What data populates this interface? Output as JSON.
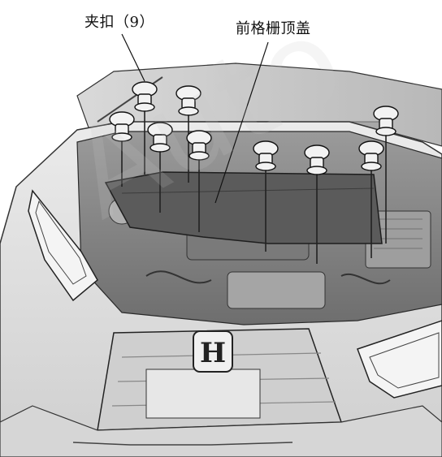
{
  "labels": {
    "clip": "夹扣（9）",
    "cover": "前格栅顶盖"
  },
  "badge": {
    "logo": "H"
  },
  "colors": {
    "line": "#222222",
    "car_body": "#e4e4e4",
    "engine_bay": "#8c8c8c",
    "cover_fill": "#5b5b5b",
    "clip_fill": "#f2f2f2",
    "background": "#ffffff"
  }
}
